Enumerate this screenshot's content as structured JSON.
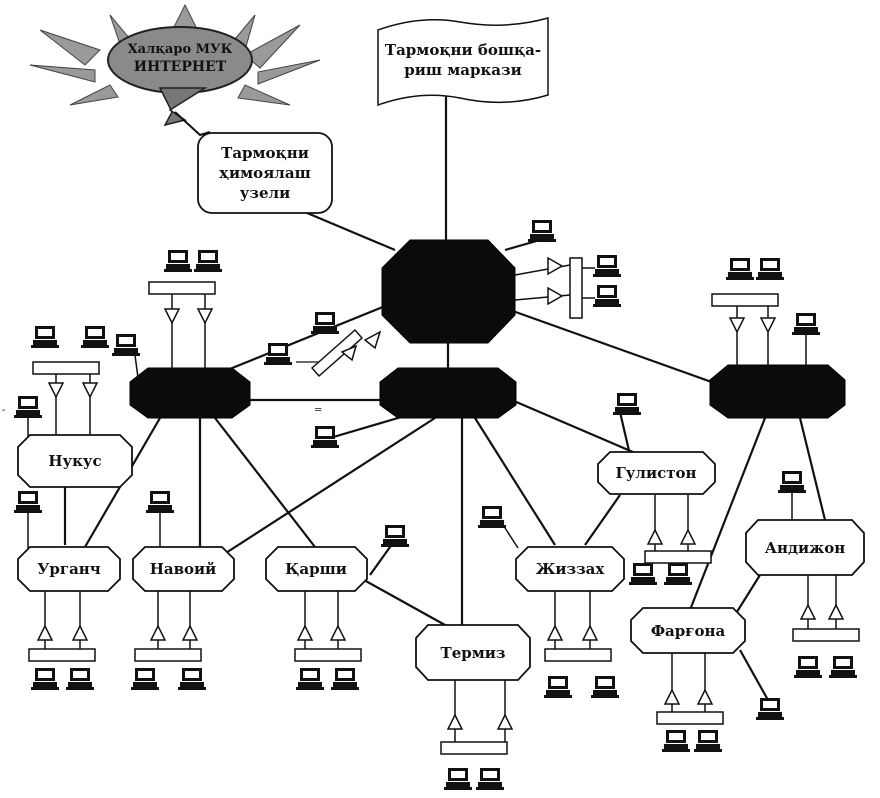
{
  "internet": {
    "line1": "Халқаро МУК",
    "line2": "ИНТЕРНЕТ"
  },
  "control_center": {
    "line1": "Тармоқни бошқа-",
    "line2": "риш маркази"
  },
  "protection_node": {
    "line1": "Тармоқни",
    "line2": "ҳимоялаш",
    "line3": "узели"
  },
  "cities": {
    "nukus": "Нукус",
    "urganch": "Урганч",
    "navoiy": "Навоий",
    "karshi": "Қарши",
    "termiz": "Термиз",
    "jizzakh": "Жиззах",
    "guliston": "Гулистон",
    "andijon": "Андижон",
    "fargona": "Фарғона"
  },
  "colors": {
    "router_fill": "#0b0b0b",
    "line": "#111111",
    "cloud_fill": "#8a8a8a",
    "sun_rays": "#9a9a9a"
  }
}
